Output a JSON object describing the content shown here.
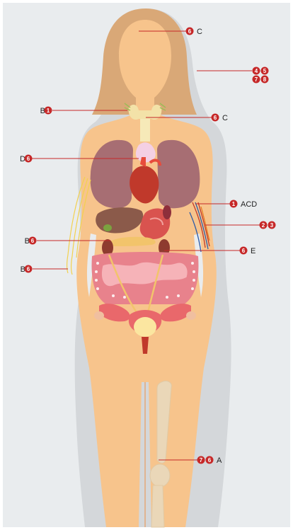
{
  "callouts": [
    {
      "id": "head",
      "badges": [
        "6"
      ],
      "letters": "C"
    },
    {
      "id": "hair",
      "badges": [
        "4",
        "5",
        "7",
        "8"
      ],
      "letters": ""
    },
    {
      "id": "parathyroid",
      "badges": [
        "1"
      ],
      "letters": "B"
    },
    {
      "id": "thyroid",
      "badges": [
        "6"
      ],
      "letters": "C"
    },
    {
      "id": "thymus",
      "badges": [
        "6"
      ],
      "letters": "D"
    },
    {
      "id": "arm-vessels",
      "badges": [
        "1"
      ],
      "letters": "ACD"
    },
    {
      "id": "arm-vessels-2",
      "badges": [
        "2",
        "3"
      ],
      "letters": ""
    },
    {
      "id": "pancreas",
      "badges": [
        "6"
      ],
      "letters": "B"
    },
    {
      "id": "kidney",
      "badges": [
        "6"
      ],
      "letters": "E"
    },
    {
      "id": "nerve",
      "badges": [
        "6"
      ],
      "letters": "B"
    },
    {
      "id": "femur",
      "badges": [
        "7",
        "6"
      ],
      "letters": "A"
    }
  ],
  "colors": {
    "skin": "#f7c48c",
    "shadow": "#d4d7da",
    "hair": "#d9a877",
    "badge": "#c62828",
    "leader": "#c62828",
    "organs": "#c0392b"
  }
}
